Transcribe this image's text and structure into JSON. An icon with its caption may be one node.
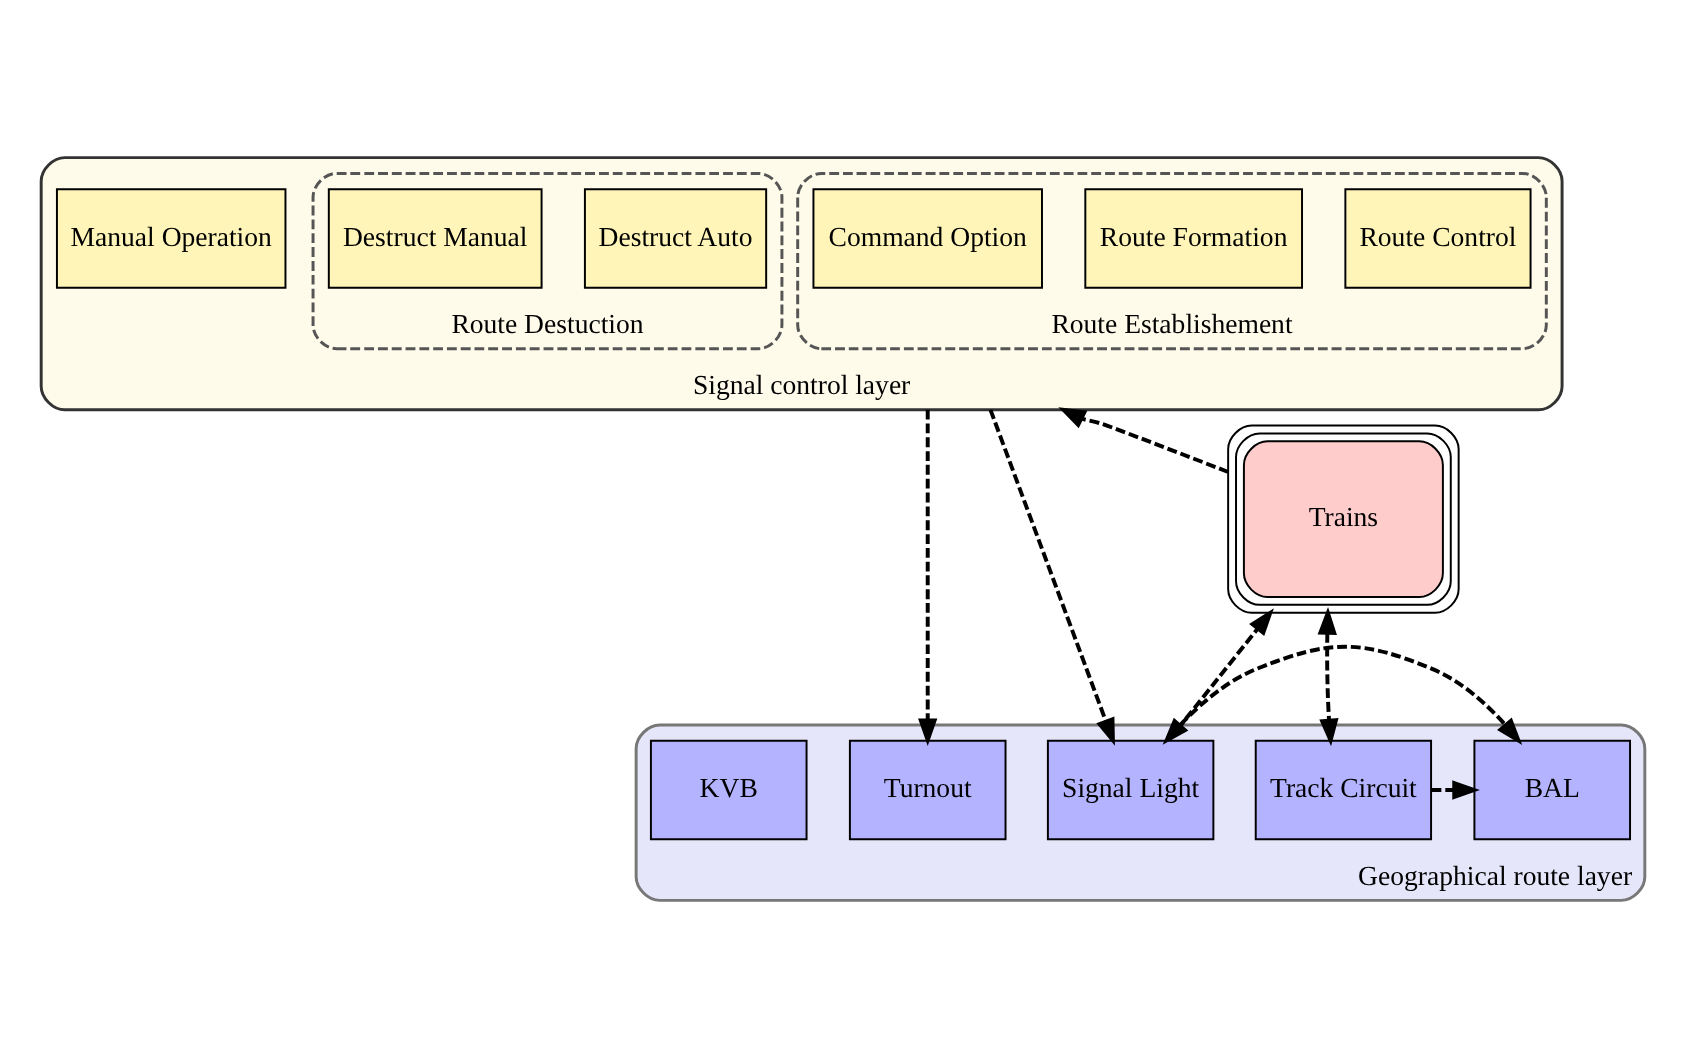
{
  "diagram": {
    "nodes": [
      {
        "text": [
          "Signal control layer"
        ]
      },
      {
        "text": [
          "Route Establishement"
        ],
        "in": 0
      },
      {
        "text": [
          "Command Option"
        ],
        "in": 1
      },
      {
        "text": [
          "Route Formation"
        ],
        "in": 1
      },
      {
        "text": [
          "Route Control"
        ],
        "in": 1
      },
      {
        "text": [
          "Route Destuction"
        ],
        "in": 0
      },
      {
        "text": [
          "Destruct Auto"
        ],
        "in": 5
      },
      {
        "text": [
          "Destruct Manual"
        ],
        "in": 5
      },
      {
        "text": [
          "Manual Operation"
        ],
        "in": 0
      },
      {
        "text": [
          "Trains"
        ]
      },
      {
        "text": [
          "Geographical route layer"
        ]
      },
      {
        "text": [
          "Turnout"
        ],
        "in": 10
      },
      {
        "text": [
          "Signal Light"
        ],
        "in": 10
      },
      {
        "text": [
          "BAL"
        ],
        "in": 10
      },
      {
        "text": [
          "Track Circuit"
        ],
        "in": 10
      },
      {
        "text": [
          "KVB"
        ],
        "in": 10
      }
    ],
    "edges": [
      {
        "from": 0,
        "to": 11,
        "arrow": "to",
        "style": "dashed"
      },
      {
        "from": 0,
        "to": 12,
        "arrow": "to",
        "style": "dashed"
      },
      {
        "from": 9,
        "to": 0,
        "arrow": "to",
        "style": "dashed"
      },
      {
        "from": 12,
        "to": 9,
        "arrow": "to",
        "style": "dashed"
      },
      {
        "from": 9,
        "to": 14,
        "arrow": "both",
        "style": "dashed"
      },
      {
        "from": 12,
        "to": 13,
        "arrow": "both",
        "style": "dashed"
      },
      {
        "from": 14,
        "to": 13,
        "arrow": "to",
        "style": "dashed"
      }
    ]
  }
}
